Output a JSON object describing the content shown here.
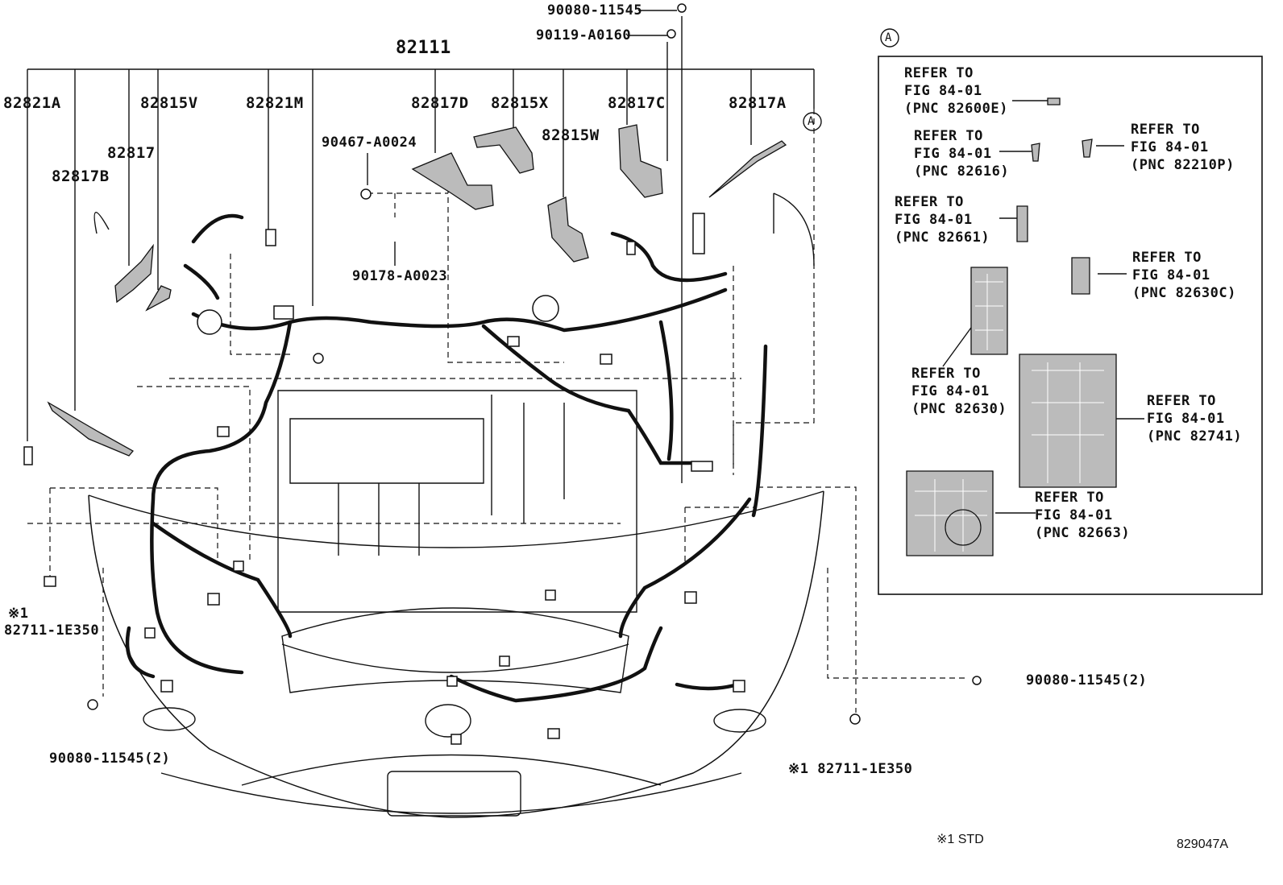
{
  "diagram": {
    "figure_id": "829047A",
    "note": "※1 STD",
    "inset_marker": "A",
    "main_harness": "82111",
    "part_labels": {
      "p82821A": "82821A",
      "p82815V": "82815V",
      "p82821M": "82821M",
      "p82817": "82817",
      "p82817B": "82817B",
      "p82817D": "82817D",
      "p82815X": "82815X",
      "p82815W": "82815W",
      "p82817C": "82817C",
      "p82817A": "82817A",
      "p90080_top": "90080-11545",
      "p90119": "90119-A0160",
      "p90467": "90467-A0024",
      "p90178": "90178-A0023",
      "p82711_left_mark": "※1",
      "p82711_left": "82711-1E350",
      "p90080_left": "90080-11545(2)",
      "p90080_right": "90080-11545(2)",
      "p82711_right": "※1 82711-1E350"
    },
    "refs": [
      {
        "line1": "REFER TO",
        "line2": "FIG 84-01",
        "line3": "(PNC 82600E)"
      },
      {
        "line1": "REFER TO",
        "line2": "FIG 84-01",
        "line3": "(PNC 82616)"
      },
      {
        "line1": "REFER TO",
        "line2": "FIG 84-01",
        "line3": "(PNC 82210P)"
      },
      {
        "line1": "REFER TO",
        "line2": "FIG 84-01",
        "line3": "(PNC 82661)"
      },
      {
        "line1": "REFER TO",
        "line2": "FIG 84-01",
        "line3": "(PNC 82630C)"
      },
      {
        "line1": "REFER TO",
        "line2": "FIG 84-01",
        "line3": "(PNC 82630)"
      },
      {
        "line1": "REFER TO",
        "line2": "FIG 84-01",
        "line3": "(PNC 82741)"
      },
      {
        "line1": "REFER TO",
        "line2": "FIG 84-01",
        "line3": "(PNC 82663)"
      }
    ]
  }
}
